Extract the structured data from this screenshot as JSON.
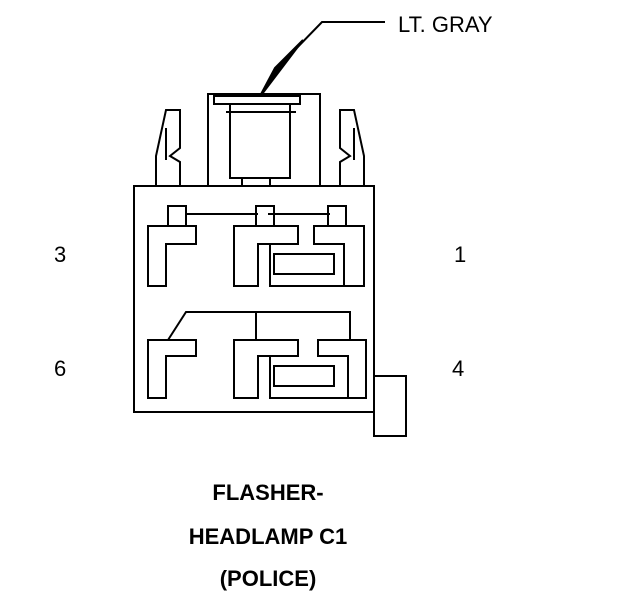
{
  "wire_color_label": "LT. GRAY",
  "pins": {
    "top_left": "3",
    "top_right": "1",
    "bottom_left": "6",
    "bottom_right": "4"
  },
  "title": {
    "line1": "FLASHER-",
    "line2": "HEADLAMP C1",
    "line3": "(POLICE)"
  }
}
